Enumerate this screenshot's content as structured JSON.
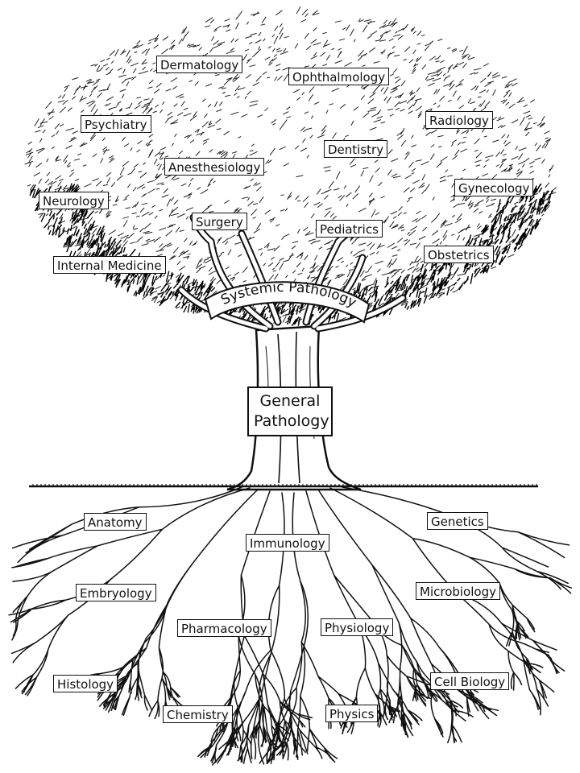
{
  "crown_labels": {
    "dermatology": "Dermatology",
    "ophthalmology": "Ophthalmology",
    "psychiatry": "Psychiatry",
    "radiology": "Radiology",
    "dentistry": "Dentistry",
    "anesthesiology": "Anesthesiology",
    "neurology": "Neurology",
    "gynecology": "Gynecology",
    "surgery": "Surgery",
    "pediatrics": "Pediatrics",
    "internal_medicine": "Internal Medicine",
    "obstetrics": "Obstetrics"
  },
  "systemic_pathology": "Systemic Pathology",
  "general_pathology": {
    "line1": "General",
    "line2": "Pathology"
  },
  "root_labels": {
    "anatomy": "Anatomy",
    "genetics": "Genetics",
    "immunology": "Immunology",
    "embryology": "Embryology",
    "microbiology": "Microbiology",
    "pharmacology": "Pharmacology",
    "physiology": "Physiology",
    "histology": "Histology",
    "cell_biology": "Cell Biology",
    "chemistry": "Chemistry",
    "physics": "Physics"
  },
  "colors": {
    "ink": "#111111",
    "paper": "#ffffff",
    "foliage": "#222222"
  }
}
